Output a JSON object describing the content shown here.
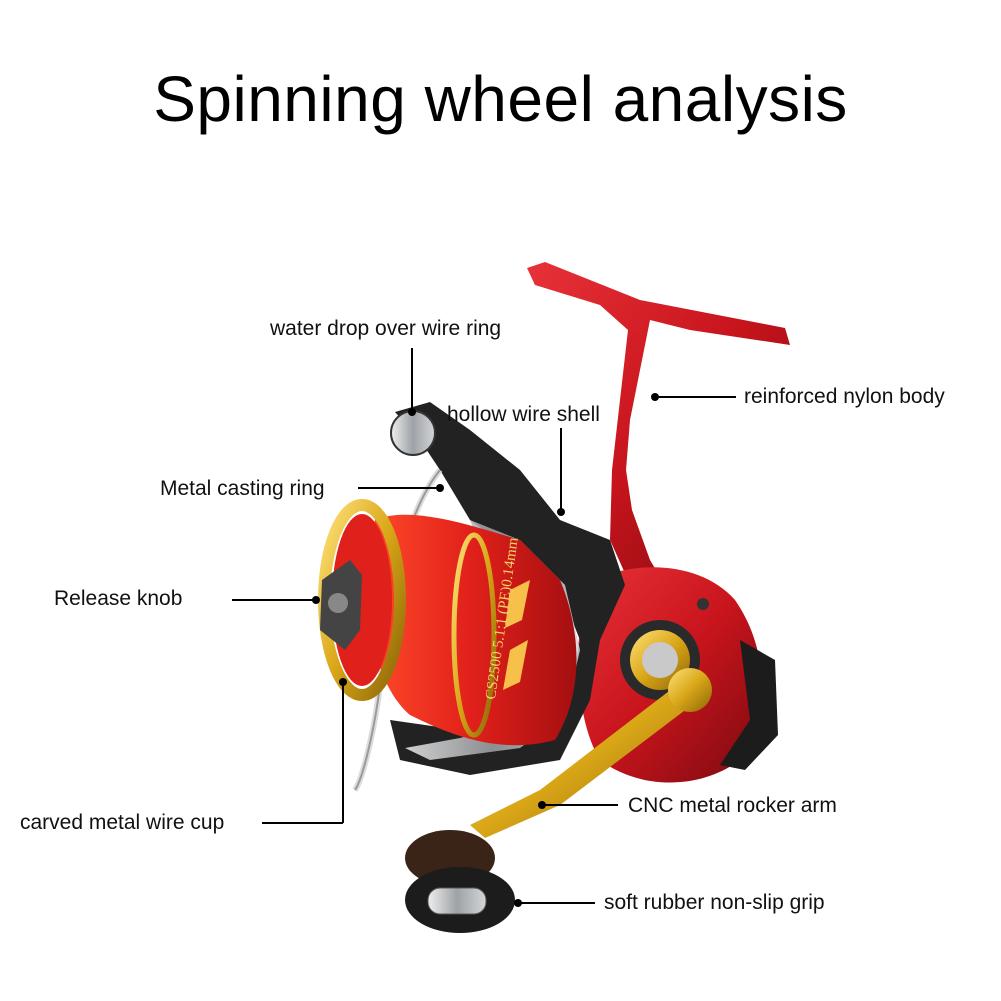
{
  "title": "Spinning wheel analysis",
  "labels": {
    "water_drop": "water drop over wire ring",
    "hollow_wire_shell": "hollow wire shell",
    "reinforced_body": "reinforced nylon body",
    "metal_casting_ring": "Metal casting ring",
    "release_knob": "Release knob",
    "carved_cup": "carved metal wire cup",
    "rocker_arm": "CNC metal rocker arm",
    "rubber_grip": "soft rubber non-slip grip"
  },
  "spool_text": "CS2500 5.1:1 (PE)0.14mm",
  "colors": {
    "body_red": "#c8141c",
    "spool_red": "#e0201a",
    "gold": "#d9a617",
    "dark": "#1c1c1c",
    "silver": "#b9bcc0"
  }
}
